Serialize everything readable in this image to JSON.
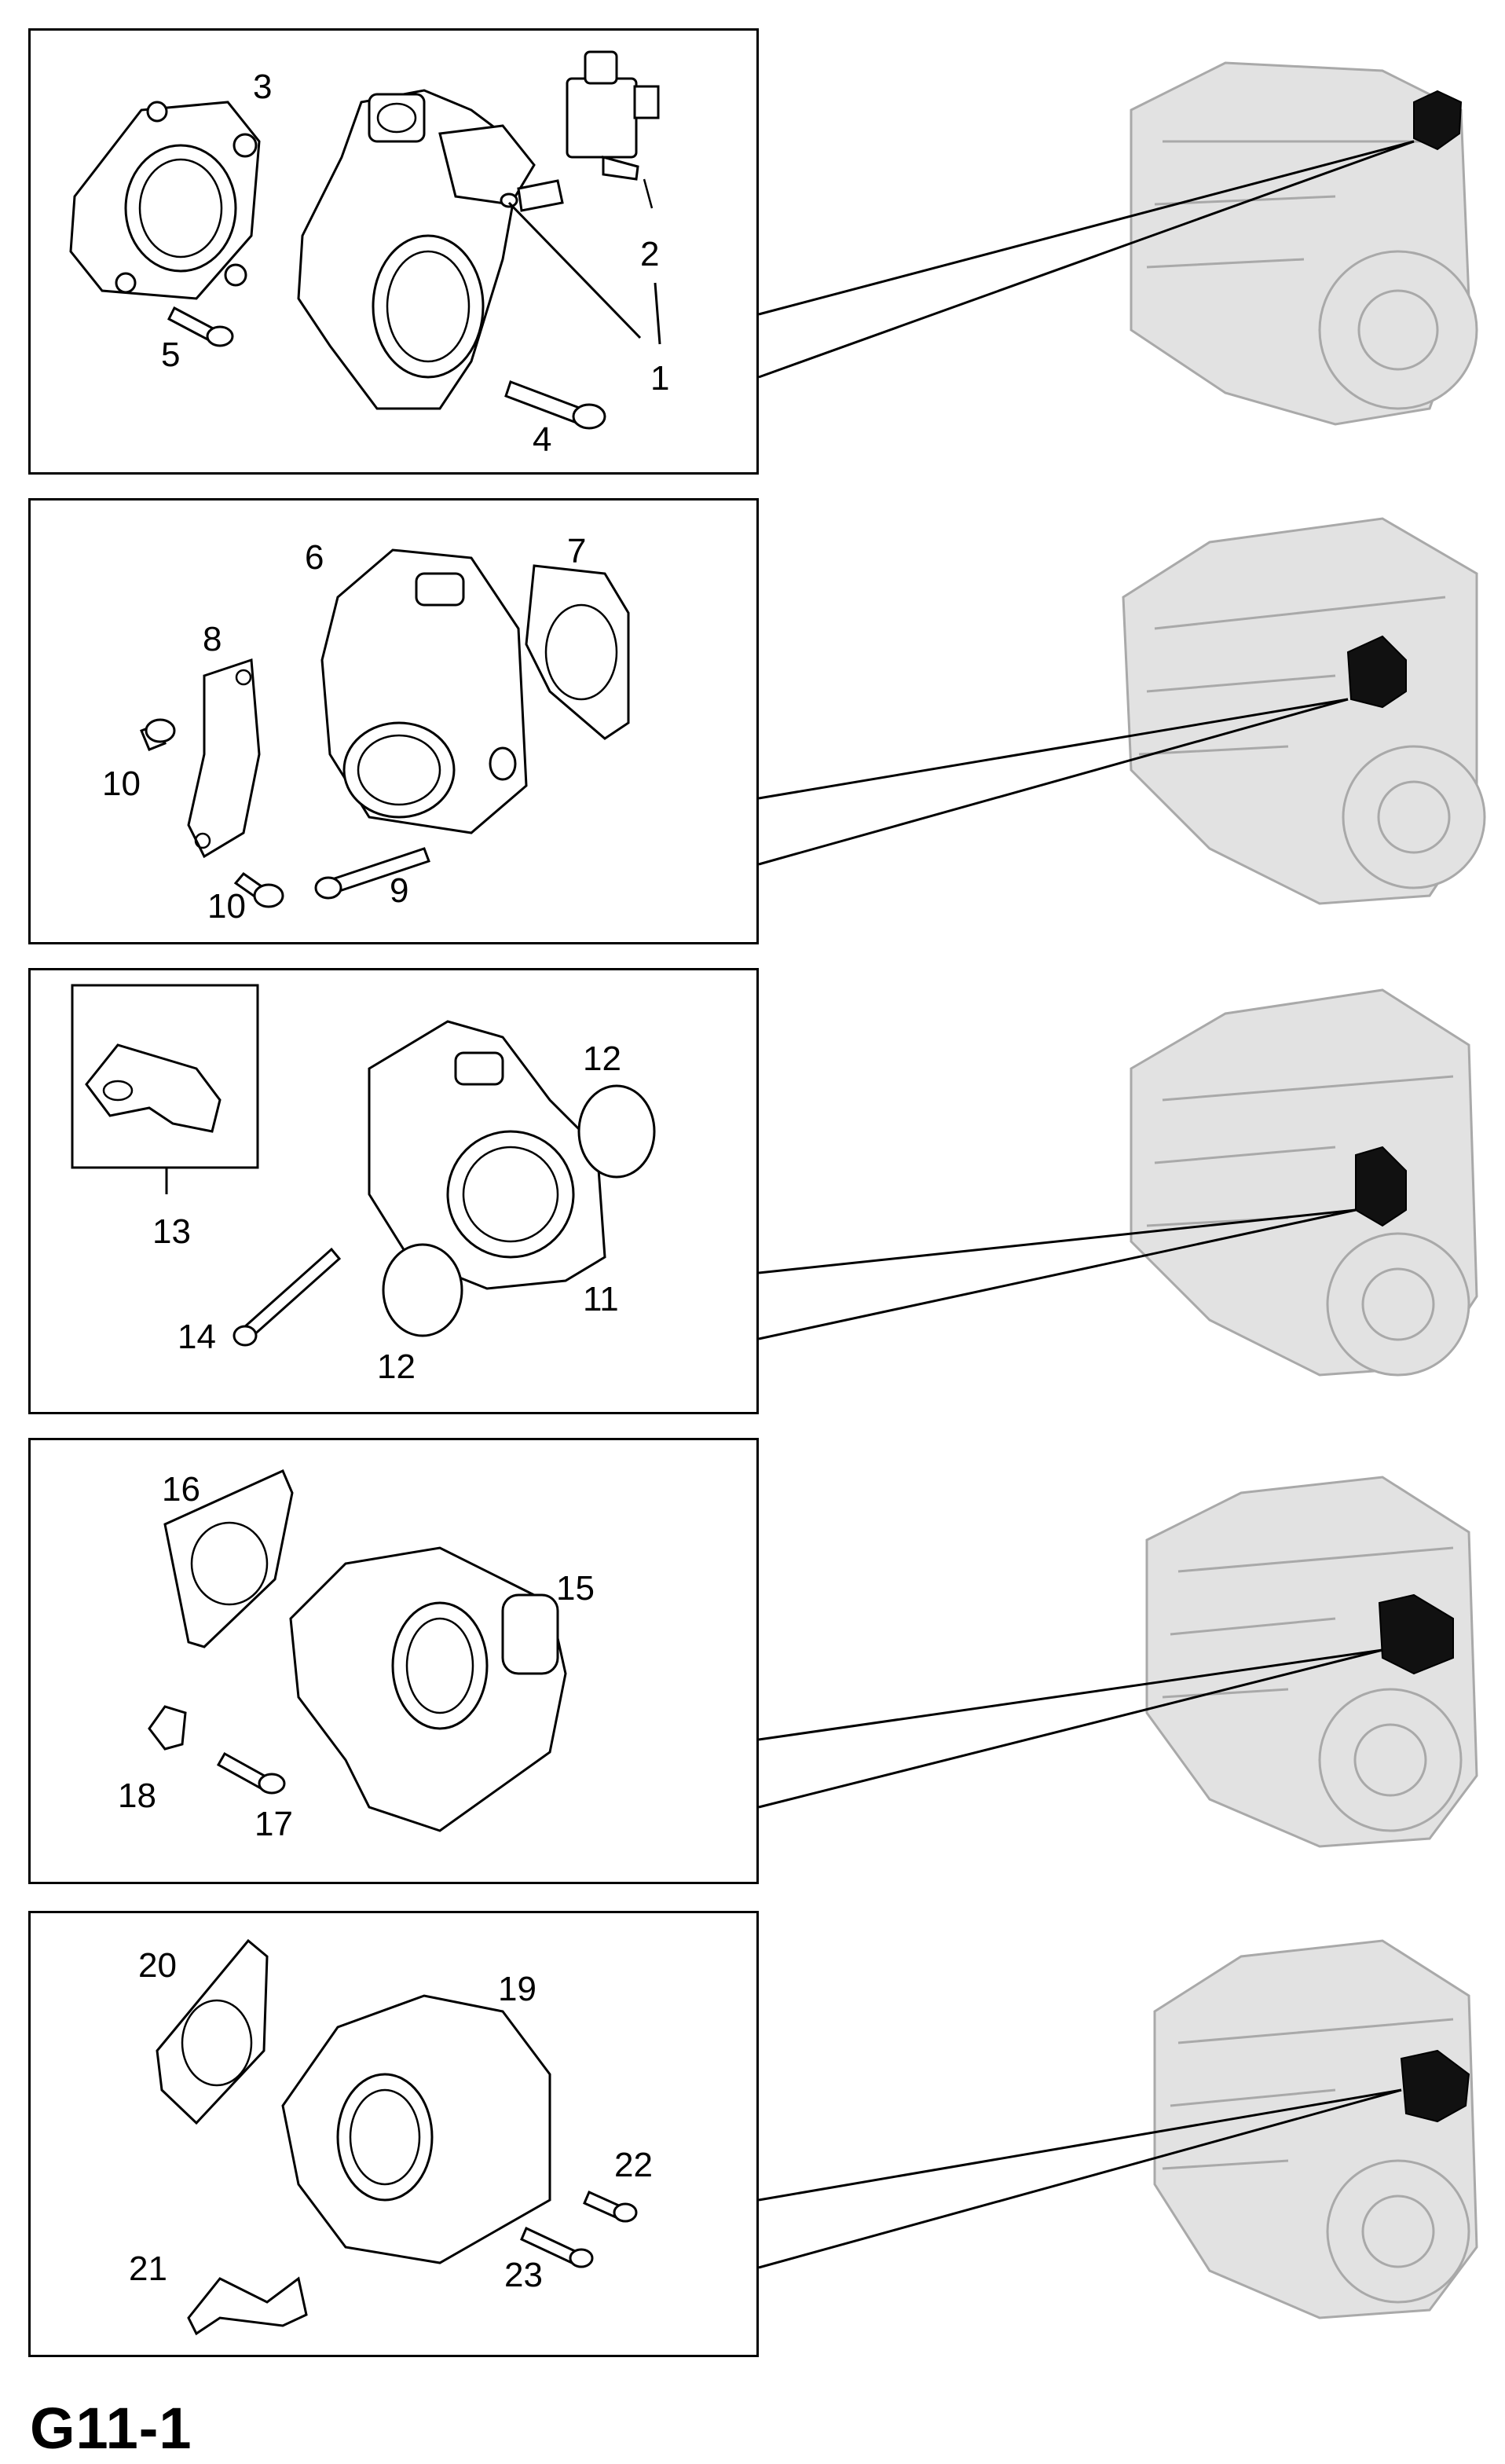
{
  "page_code": "G11-1",
  "panels": [
    {
      "id": "panel-1",
      "labels": [
        "3",
        "2",
        "5",
        "1",
        "4"
      ]
    },
    {
      "id": "panel-2",
      "labels": [
        "6",
        "7",
        "8",
        "10",
        "10",
        "9"
      ]
    },
    {
      "id": "panel-3",
      "labels": [
        "12",
        "13",
        "11",
        "14",
        "12"
      ]
    },
    {
      "id": "panel-4",
      "labels": [
        "16",
        "15",
        "18",
        "17"
      ]
    },
    {
      "id": "panel-5",
      "labels": [
        "20",
        "19",
        "22",
        "21",
        "23"
      ]
    }
  ],
  "colors": {
    "line": "#000000",
    "engine_gray": "#a9a9a9",
    "highlight": "#111111"
  }
}
